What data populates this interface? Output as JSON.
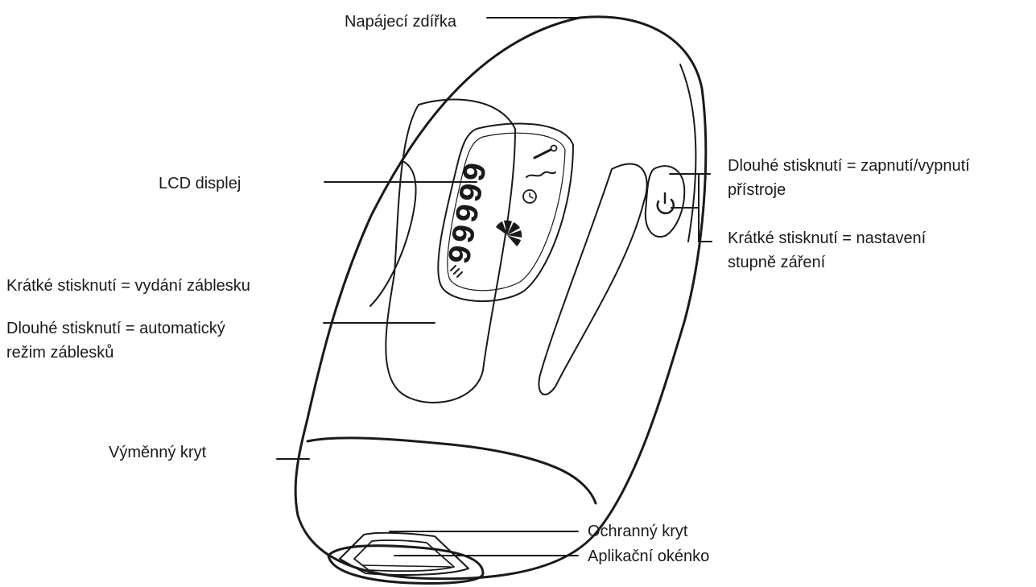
{
  "labels": {
    "power_socket": "Napájecí zdířka",
    "lcd_display": "LCD displej",
    "flash_short": "Krátké stisknutí = vydání záblesku",
    "flash_long_1": "Dlouhé stisknutí = automatický",
    "flash_long_2": "režim záblesků",
    "replaceable_cover": "Výměnný kryt",
    "power_long_1": "Dlouhé stisknutí = zapnutí/vypnutí",
    "power_long_2": "přístroje",
    "power_short_1": "Krátké stisknutí = nastavení",
    "power_short_2": "stupně záření",
    "protective_cover": "Ochranný kryt",
    "application_window": "Aplikační okénko"
  },
  "lcd": {
    "readout": "99999"
  },
  "icons": [
    "power-button-icon",
    "lcd-flash-counter",
    "lcd-intensity-fan",
    "lcd-timer-icon",
    "lcd-temperature-icon"
  ]
}
